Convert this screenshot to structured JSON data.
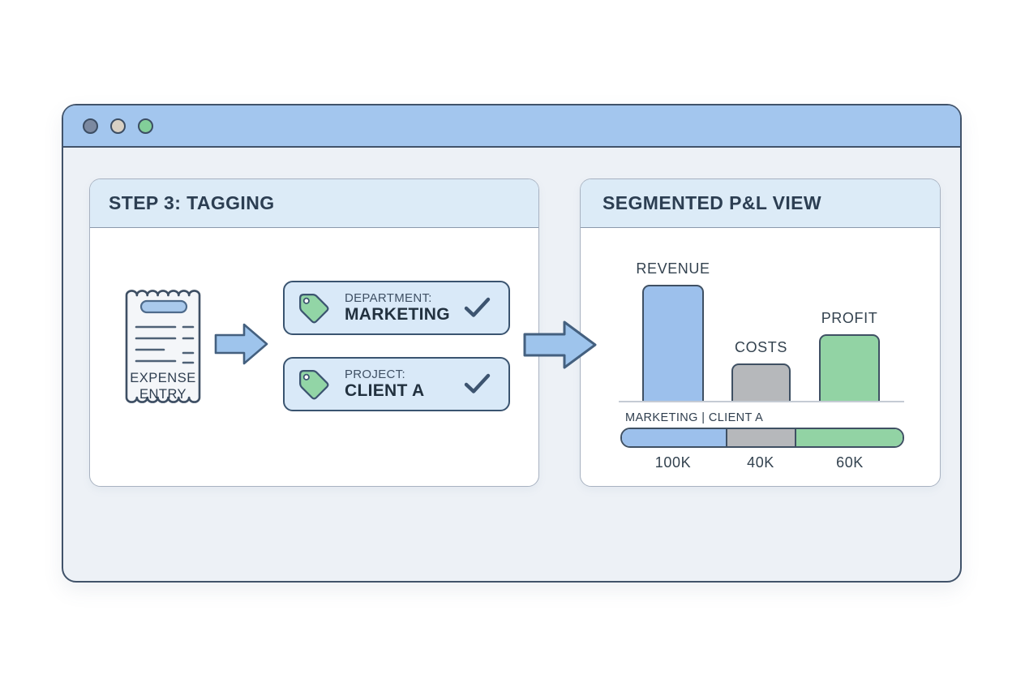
{
  "window": {
    "dots": [
      {
        "name": "window-dot-gray",
        "color": "#7c89a0"
      },
      {
        "name": "window-dot-beige",
        "color": "#d8d0c4"
      },
      {
        "name": "window-dot-green",
        "color": "#82ce99"
      }
    ],
    "titlebar_color": "#a3c6ee"
  },
  "left_panel": {
    "title": "STEP 3: TAGGING",
    "receipt": {
      "line1": "EXPENSE",
      "line2": "ENTRY"
    },
    "tags": [
      {
        "label": "DEPARTMENT:",
        "value": "MARKETING",
        "checked": true
      },
      {
        "label": "PROJECT:",
        "value": "CLIENT A",
        "checked": true
      }
    ]
  },
  "right_panel": {
    "title": "SEGMENTED P&L VIEW",
    "segment_label": "MARKETING | CLIENT A"
  },
  "chart_data": {
    "type": "bar",
    "title": "SEGMENTED P&L VIEW",
    "segment": "MARKETING | CLIENT A",
    "categories": [
      "REVENUE",
      "COSTS",
      "PROFIT"
    ],
    "values": [
      100000,
      40000,
      60000
    ],
    "value_labels": [
      "100K",
      "40K",
      "60K"
    ],
    "colors": [
      "#9cc0ec",
      "#b6b8bb",
      "#92d3a4"
    ],
    "outline_color": "#3f5063",
    "bar_height_fractions": [
      1.0,
      0.32,
      0.57
    ],
    "stack_fractions": [
      0.371,
      0.249,
      0.38
    ],
    "axis": "none",
    "grid": false,
    "legend": "none"
  },
  "colors": {
    "accent_blue": "#9cc0ec",
    "arrow_blue": "#9ec4ec",
    "tag_green": "#92d5a6",
    "dark_outline": "#3a5470",
    "panel_header_bg": "#dcebf7"
  }
}
